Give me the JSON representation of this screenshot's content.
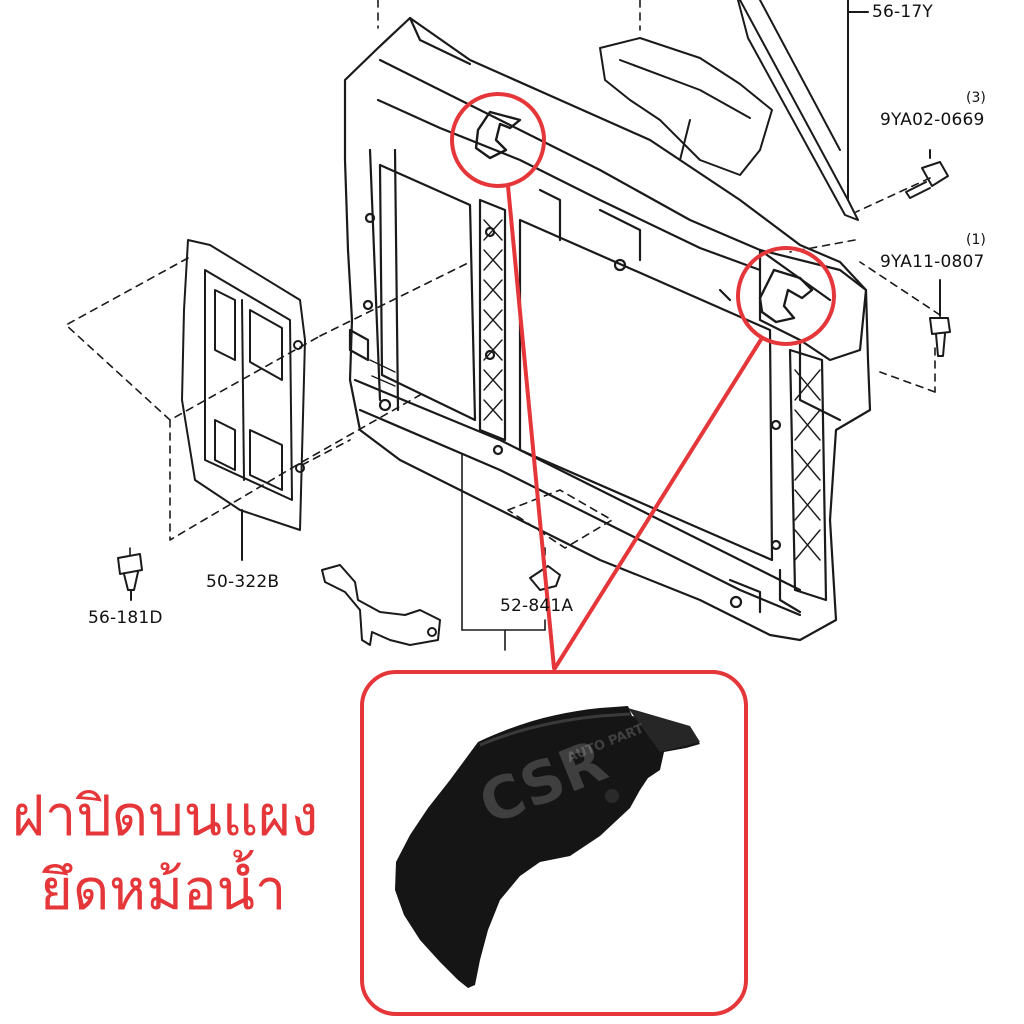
{
  "colors": {
    "highlight": "#e5363a",
    "line": "#1a1a1a",
    "part": "#151515",
    "background": "#ffffff"
  },
  "labels": {
    "part_56_17Y": "56-17Y",
    "part_9YA02_0669": "9YA02-0669",
    "qty_9YA02_0669": "(3)",
    "part_9YA11_0807": "9YA11-0807",
    "qty_9YA11_0807": "(1)",
    "part_50_322B": "50-322B",
    "part_56_181D": "56-181D",
    "part_52_841A": "52-841A"
  },
  "caption": {
    "line1": "ฝาปิดบนแผง",
    "line2": "ยึดหม้อน้ำ"
  },
  "watermark": {
    "brand": "CSR",
    "sub": "AUTO PART"
  }
}
